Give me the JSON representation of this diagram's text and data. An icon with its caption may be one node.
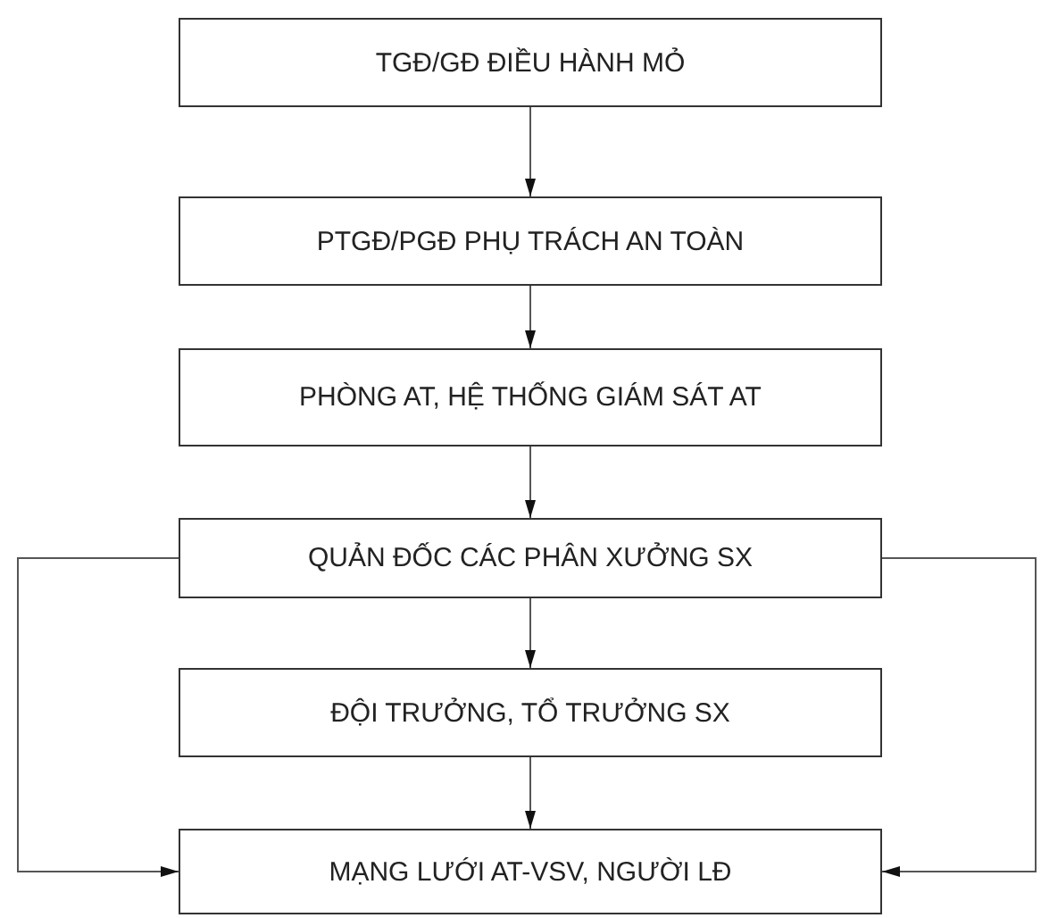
{
  "diagram": {
    "nodes": [
      {
        "text": [
          "TGĐ/GĐ ĐIỀU HÀNH MỎ"
        ]
      },
      {
        "text": [
          "PTGĐ/PGĐ PHỤ TRÁCH AN TOÀN"
        ]
      },
      {
        "text": [
          "PHÒNG AT, HỆ THỐNG GIÁM SÁT AT"
        ]
      },
      {
        "text": [
          "QUẢN ĐỐC CÁC PHÂN XƯỞNG SX"
        ]
      },
      {
        "text": [
          "ĐỘI TRƯỞNG, TỔ TRƯỞNG SX"
        ]
      },
      {
        "text": [
          "MẠNG LƯỚI AT-VSV, NGƯỜI LĐ"
        ]
      }
    ],
    "edges": [
      {
        "from": 0,
        "to": 1,
        "arrow": "to"
      },
      {
        "from": 1,
        "to": 2,
        "arrow": "to"
      },
      {
        "from": 2,
        "to": 3,
        "arrow": "to"
      },
      {
        "from": 3,
        "to": 4,
        "arrow": "to"
      },
      {
        "from": 4,
        "to": 5,
        "arrow": "to"
      },
      {
        "from": 3,
        "to": 5,
        "arrow": "to"
      },
      {
        "from": 3,
        "to": 5,
        "arrow": "to"
      }
    ]
  }
}
